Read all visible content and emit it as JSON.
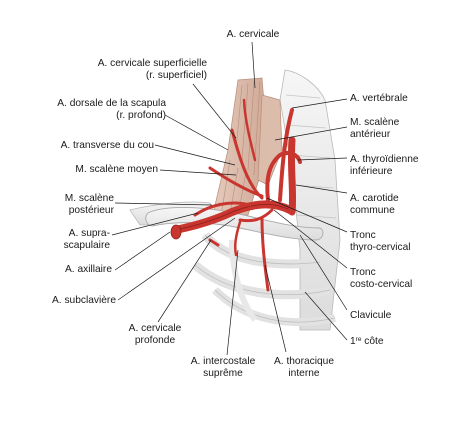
{
  "labels": {
    "cervicale": "A. cervicale",
    "cervicale_superficielle_1": "A. cervicale superficielle",
    "cervicale_superficielle_2": "(r. superficiel)",
    "dorsale_scapula_1": "A. dorsale de la scapula",
    "dorsale_scapula_2": "(r. profond)",
    "transverse_cou": "A. transverse du cou",
    "scalene_moyen": "M. scalène moyen",
    "scalene_posterieur_1": "M. scalène",
    "scalene_posterieur_2": "postérieur",
    "suprascapulaire_1": "A. supra-",
    "suprascapulaire_2": "scapulaire",
    "axillaire": "A. axillaire",
    "subclaviere": "A. subclavière",
    "cervicale_profonde_1": "A. cervicale",
    "cervicale_profonde_2": "profonde",
    "intercostale_1": "A. intercostale",
    "intercostale_2": "suprême",
    "thoracique_1": "A. thoracique",
    "thoracique_2": "interne",
    "vertebrale": "A. vertébrale",
    "scalene_anterieur_1": "M. scalène",
    "scalene_anterieur_2": "antérieur",
    "thyroidienne_1": "A. thyroïdienne",
    "thyroidienne_2": "inférieure",
    "carotide_1": "A. carotide",
    "carotide_2": "commune",
    "tronc_thyro_1": "Tronc",
    "tronc_thyro_2": "thyro-cervical",
    "tronc_costo_1": "Tronc",
    "tronc_costo_2": "costo-cervical",
    "clavicule": "Clavicule",
    "cote_num": "1",
    "cote_sup": "re",
    "cote_word": " côte"
  },
  "colors": {
    "artery": "#c8362f",
    "artery_dark": "#8e1f1b",
    "muscle": "#d9b9a9",
    "muscle_line": "#b88d7a",
    "bone": "#ececec",
    "bone_line": "#b9b9b9",
    "leader": "#1a1a1a"
  }
}
